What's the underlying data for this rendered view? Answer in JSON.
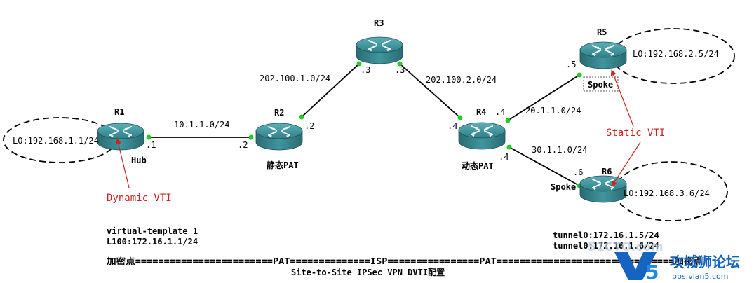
{
  "routers": [
    {
      "id": "r1",
      "name": "R1",
      "caption": "Hub"
    },
    {
      "id": "r2",
      "name": "R2",
      "caption": "静态PAT"
    },
    {
      "id": "r3",
      "name": "R3",
      "caption": ""
    },
    {
      "id": "r4",
      "name": "R4",
      "caption": "动态PAT"
    },
    {
      "id": "r5",
      "name": "R5",
      "caption": "Spoke"
    },
    {
      "id": "r6",
      "name": "R6",
      "caption": "Spoke"
    }
  ],
  "links": [
    {
      "id": "r1-r2",
      "network": "10.1.1.0/24",
      "a_if": ".1",
      "b_if": ".2"
    },
    {
      "id": "r2-r3",
      "network": "202.100.1.0/24",
      "a_if": ".2",
      "b_if": ".3"
    },
    {
      "id": "r3-r4",
      "network": "202.100.2.0/24",
      "a_if": ".3",
      "b_if": ".4"
    },
    {
      "id": "r4-r5",
      "network": "20.1.1.0/24",
      "a_if": ".4",
      "b_if": ".5"
    },
    {
      "id": "r4-r6",
      "network": "30.1.1.0/24",
      "a_if": ".4",
      "b_if": ".6"
    }
  ],
  "loopbacks": {
    "r1": "LO:192.168.1.1/24",
    "r5": "LO:192.168.2.5/24",
    "r6": "LO:192.168.3.6/24"
  },
  "annotations": {
    "dynamic_vti": "Dynamic VTI",
    "static_vti": "Static VTI"
  },
  "hub_config": [
    "virtual-template 1",
    "L100:172.16.1.1/24"
  ],
  "spoke_tunnels": [
    "tunnel0:172.16.1.5/24",
    "tunnel0:172.16.1.6/24"
  ],
  "path_legend": "加密点========================PAT==============ISP================PAT===============================加密点",
  "diagram_title": "Site-to-Site IPSec VPN DVTI配置",
  "watermark": {
    "logo": "V5",
    "brand": "攻城狮论坛",
    "url": "bbs.vlan5.com",
    "faint": "51CTO.com"
  },
  "colors": {
    "router_top": "#3b8a93",
    "router_body": "#3f969f",
    "router_dark": "#2b6c73",
    "interface_dot": "#22cc22",
    "annotation": "#cc2222",
    "watermark": "#1565c0"
  }
}
